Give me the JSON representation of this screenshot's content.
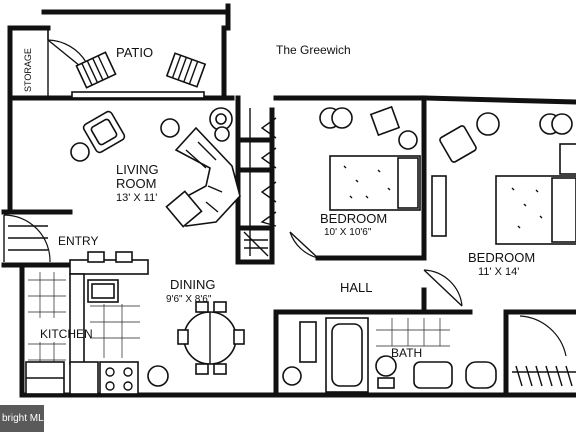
{
  "plan": {
    "name": "The Greewich",
    "rooms": {
      "patio": "PATIO",
      "storage": "STORAGE",
      "living_name_1": "LIVING",
      "living_name_2": "ROOM",
      "living_size": "13' X 11'",
      "entry": "ENTRY",
      "dining": "DINING",
      "dining_size": "9'6\" X 8'6\"",
      "kitchen": "KITCHEN",
      "bedroom1": "BEDROOM",
      "bedroom1_size": "10' X 10'6\"",
      "hall": "HALL",
      "bath": "BATH",
      "bedroom2": "BEDROOM",
      "bedroom2_size": "11' X 14'"
    }
  },
  "watermark": "bright MLS"
}
